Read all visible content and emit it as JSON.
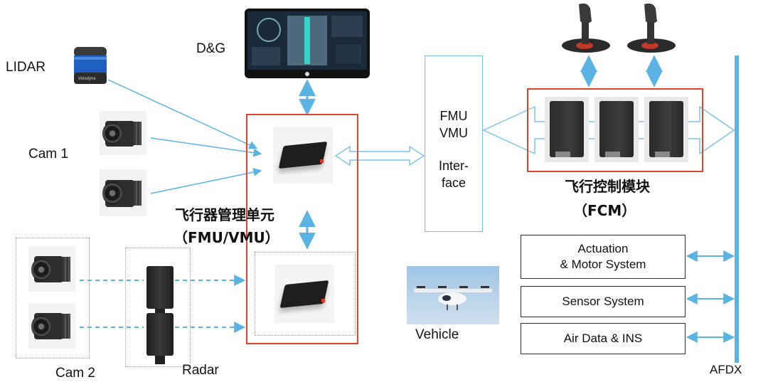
{
  "labels": {
    "lidar": "LIDAR",
    "dg": "D&G",
    "cam1": "Cam 1",
    "cam2": "Cam 2",
    "radar": "Radar",
    "fmu_cn": "飞行器管理单元",
    "fmu_en": "（FMU/VMU）",
    "fcm_cn": "飞行控制模块",
    "fcm_en": "（FCM）",
    "vehicle": "Vehicle",
    "afdx": "AFDX",
    "lidar_brand": "Velodyne"
  },
  "interface_box": {
    "line1": "FMU",
    "line2": "VMU",
    "line3": "Inter-",
    "line4": "face"
  },
  "systems": [
    {
      "line1": "Actuation",
      "line2": "& Motor System"
    },
    {
      "line1": "Sensor System"
    },
    {
      "line1": "Air Data & INS"
    }
  ],
  "colors": {
    "arrow": "#5ab3e3",
    "highlight_box": "#e0452b",
    "bus": "#5ab3e3"
  },
  "icons": [
    "lidar-icon",
    "camera-icon",
    "display-icon",
    "joystick-icon",
    "fmu-device-icon",
    "fcm-unit-icon",
    "radar-sensor-icon",
    "evtol-aircraft-icon"
  ]
}
